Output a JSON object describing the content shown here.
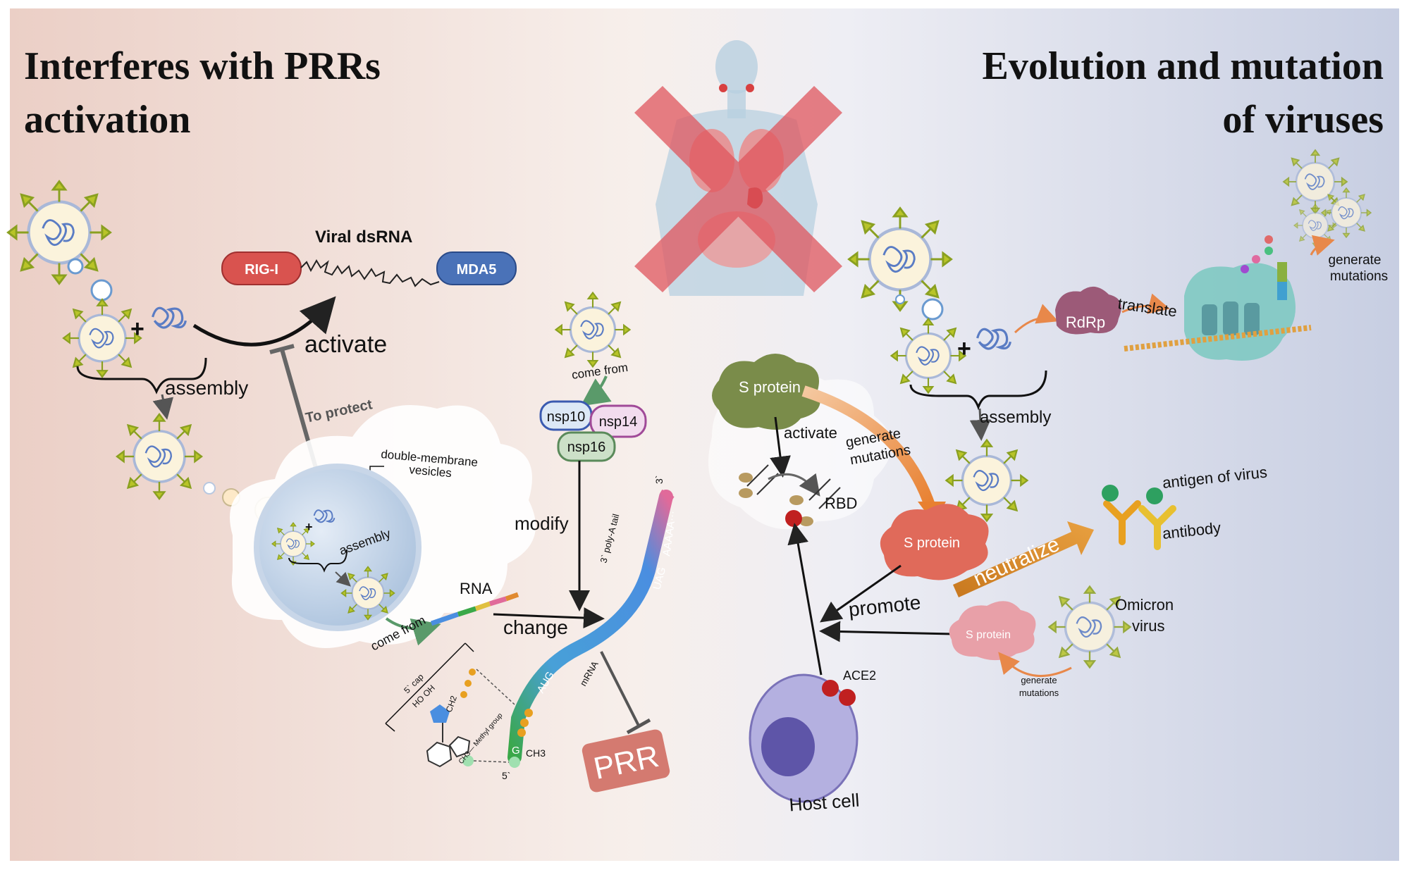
{
  "colors": {
    "bg_left": "#ecd2c8",
    "bg_mid": "#f6eeea",
    "bg_right": "#c9d0e3",
    "rig_i": "#d9534f",
    "mda5": "#4a72b8",
    "red_x": "#e0565e",
    "s_protein_green": "#7a8c4a",
    "s_protein_red": "#e06a5a",
    "s_protein_pink": "#e8a0a8",
    "rdrp": "#9c5a78",
    "neutralize": "#d98a28",
    "prr": "#d47a70",
    "host_cell": "#b4b0e0",
    "nucleus": "#5e55a8"
  },
  "left": {
    "title_line1": "Interferes with PRRs",
    "title_line2": "activation",
    "viral_dsrna": "Viral dsRNA",
    "rig_i": "RIG-I",
    "mda5": "MDA5",
    "plus": "+",
    "activate": "activate",
    "assembly": "assembly",
    "to_protect": "To protect",
    "dmv_line1": "double-membrane",
    "dmv_line2": "vesicles",
    "inner_plus": "+",
    "inner_assembly": "assembly",
    "come_from": "come from",
    "rna": "RNA",
    "change": "change"
  },
  "middle": {
    "come_from": "come from",
    "nsp10": "nsp10",
    "nsp14": "nsp14",
    "nsp16": "nsp16",
    "modify": "modify",
    "three_prime": "3`",
    "poly_a": "3` poly-A tail",
    "aaaaa": "AAAAA···",
    "uag": "UAG",
    "mrna": "mRNA",
    "aug": "AUG",
    "g": "G",
    "ch3": "CH3",
    "five_prime": "5`",
    "five_cap": "5` cap",
    "ho_oh": "HO OH",
    "ch2": "CH2",
    "methyl_group": "CH3— Methyl group",
    "prr": "PRR"
  },
  "right": {
    "title_line1": "Evolution and mutation",
    "title_line2": "of viruses",
    "plus": "+",
    "rdrp": "RdRp",
    "translate": "translate",
    "generate_mutations_top": "generate mutations",
    "assembly": "assembly",
    "s_protein_1": "S protein",
    "activate": "activate",
    "generate_mutations_mid": "generate mutations",
    "rbd": "RBD",
    "s_protein_2": "S protein",
    "neutralize": "neutralize",
    "antigen": "antigen of virus",
    "antibody": "antibody",
    "promote": "promote",
    "omicron_line1": "Omicron",
    "omicron_line2": "virus",
    "s_protein_3": "S protein",
    "generate_mutations_bottom": "generate mutations",
    "ace2": "ACE2",
    "host_cell": "Host cell"
  }
}
